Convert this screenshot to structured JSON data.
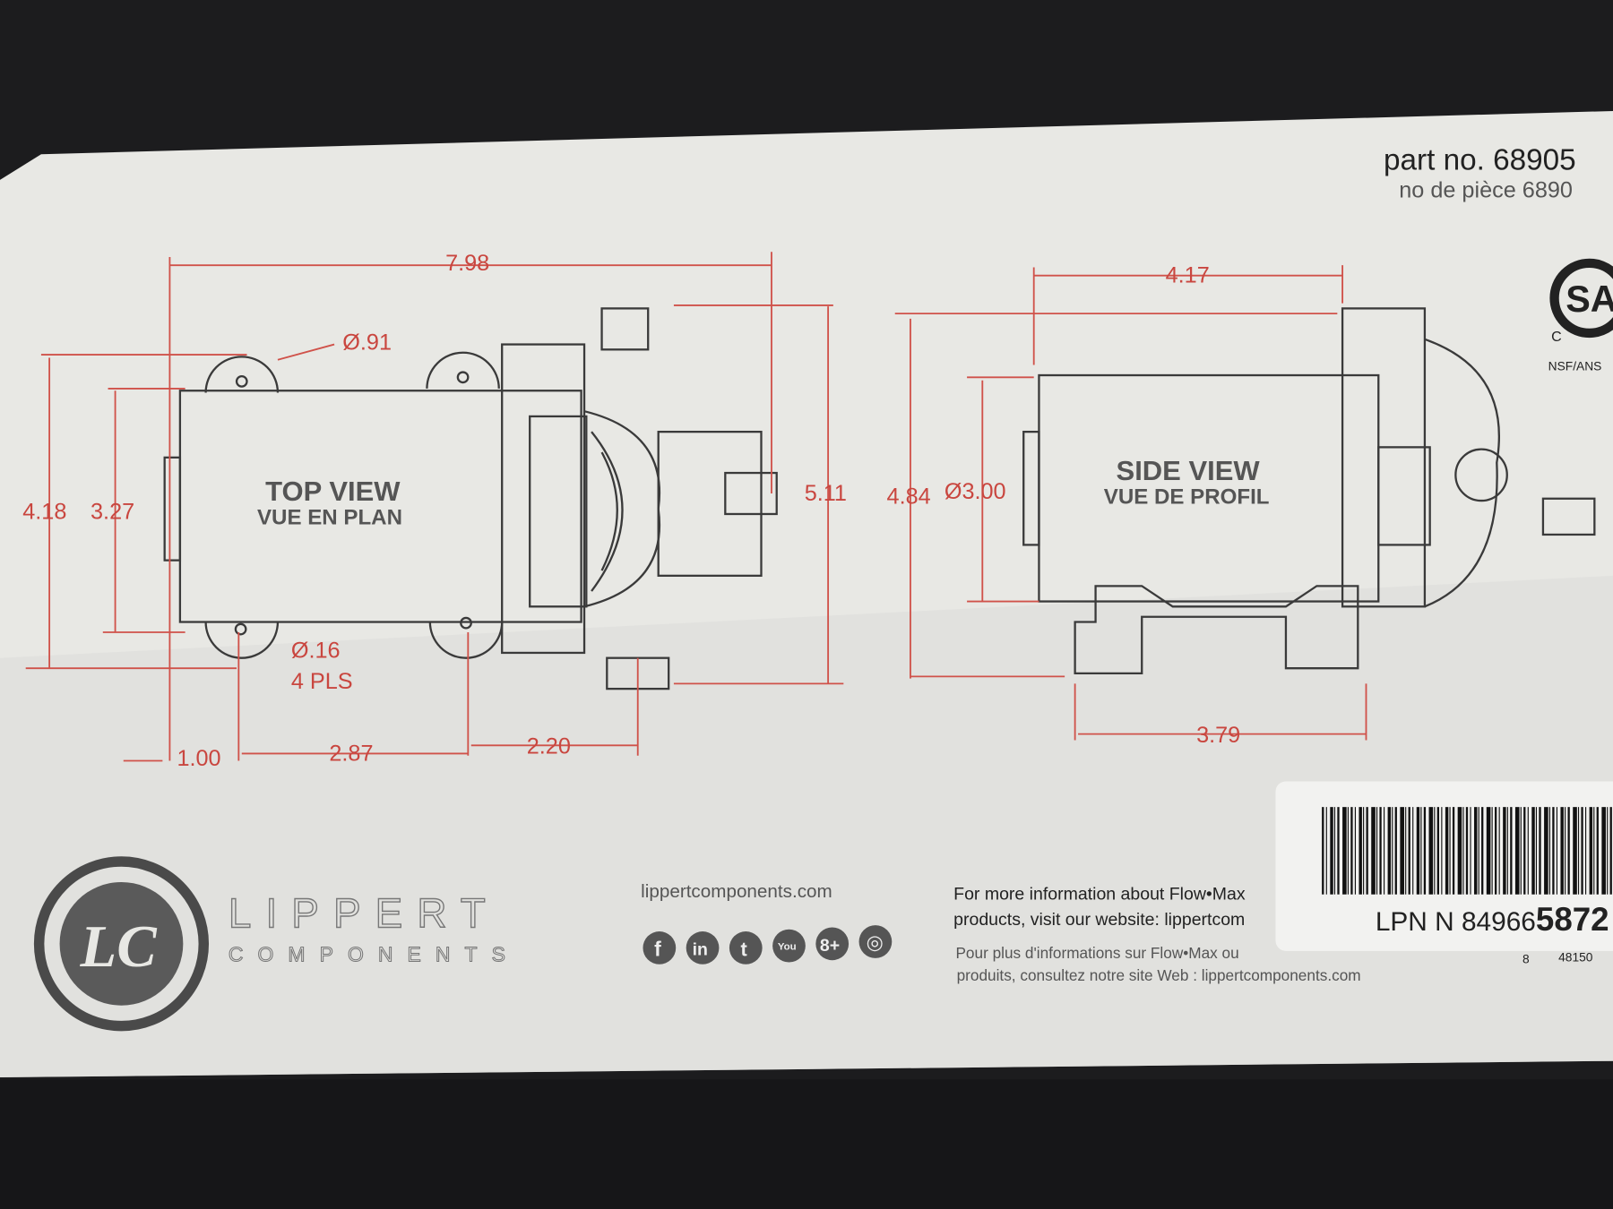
{
  "header": {
    "part_no": "part no. 68905",
    "part_no_fr": "no de pièce 6890",
    "cert_letter": "C",
    "cert_text": "NSF/ANS",
    "cert_logo": "SA"
  },
  "top_view": {
    "title": "TOP VIEW",
    "title_fr": "VUE EN PLAN",
    "dims": {
      "length": "7.98",
      "mount_dia": "Ø.91",
      "height_outer": "4.18",
      "height_body": "3.27",
      "height_total": "5.11",
      "hole_dia": "Ø.16",
      "hole_count": "4 PLS",
      "offset_a": "1.00",
      "offset_b": "2.87",
      "offset_c": "2.20"
    }
  },
  "side_view": {
    "title": "SIDE VIEW",
    "title_fr": "VUE DE PROFIL",
    "dims": {
      "length": "4.17",
      "height": "4.84",
      "diameter": "Ø3.00",
      "base": "3.79"
    }
  },
  "footer": {
    "brand_top": "LIPPERT",
    "brand_bottom": "COMPONENTS",
    "brand_logo": "LC",
    "website": "lippertcomponents.com",
    "social": [
      "facebook-icon",
      "linkedin-icon",
      "twitter-icon",
      "youtube-icon",
      "googleplus-icon",
      "instagram-icon"
    ],
    "social_glyphs": [
      "f",
      "in",
      "t",
      "You",
      "8+",
      "◎"
    ],
    "info_en_1": "For more information about Flow•Max",
    "info_en_2": "products, visit our website: lippertcom",
    "info_fr_1": "Pour plus d'informations sur Flow•Max ou",
    "info_fr_2": "produits, consultez notre site Web : lippertcomponents.com",
    "upc_left": "8",
    "upc_right": "48150"
  },
  "label": {
    "lpn_prefix": "LPN N 84966",
    "lpn_bold": "5872"
  },
  "colors": {
    "dimension_red": "#c9463f",
    "paper": "#e9e9e6",
    "background": "#1c1c1e"
  }
}
